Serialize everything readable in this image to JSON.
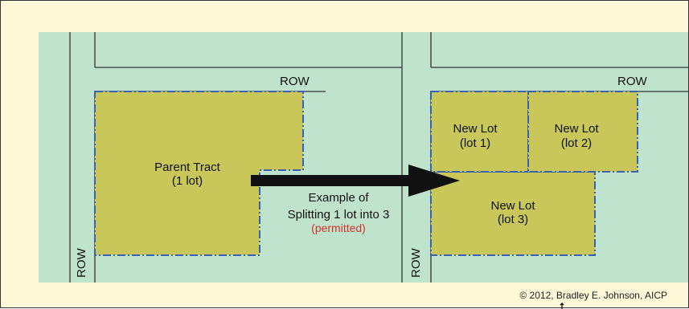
{
  "colors": {
    "outer_background": "#FEF8D8",
    "panel_background": "#BFE3CC",
    "lot_fill": "#C9C65A",
    "lot_border": "#3A62B2",
    "road_line": "#333333",
    "arrow": "#111111",
    "permitted_text": "#D0342C"
  },
  "left_panel": {
    "row_top_label": "ROW",
    "row_side_label": "ROW",
    "parent_tract_line1": "Parent Tract",
    "parent_tract_line2": "(1 lot)"
  },
  "right_panel": {
    "row_top_label": "ROW",
    "row_side_label": "ROW",
    "lot1_line1": "New Lot",
    "lot1_line2": "(lot 1)",
    "lot2_line1": "New Lot",
    "lot2_line2": "(lot 2)",
    "lot3_line1": "New Lot",
    "lot3_line2": "(lot 3)"
  },
  "caption": {
    "line1": "Example of",
    "line2": "Splitting 1 lot into 3",
    "line3": "(permitted)"
  },
  "copyright": "© 2012, Bradley E. Johnson, AICP"
}
